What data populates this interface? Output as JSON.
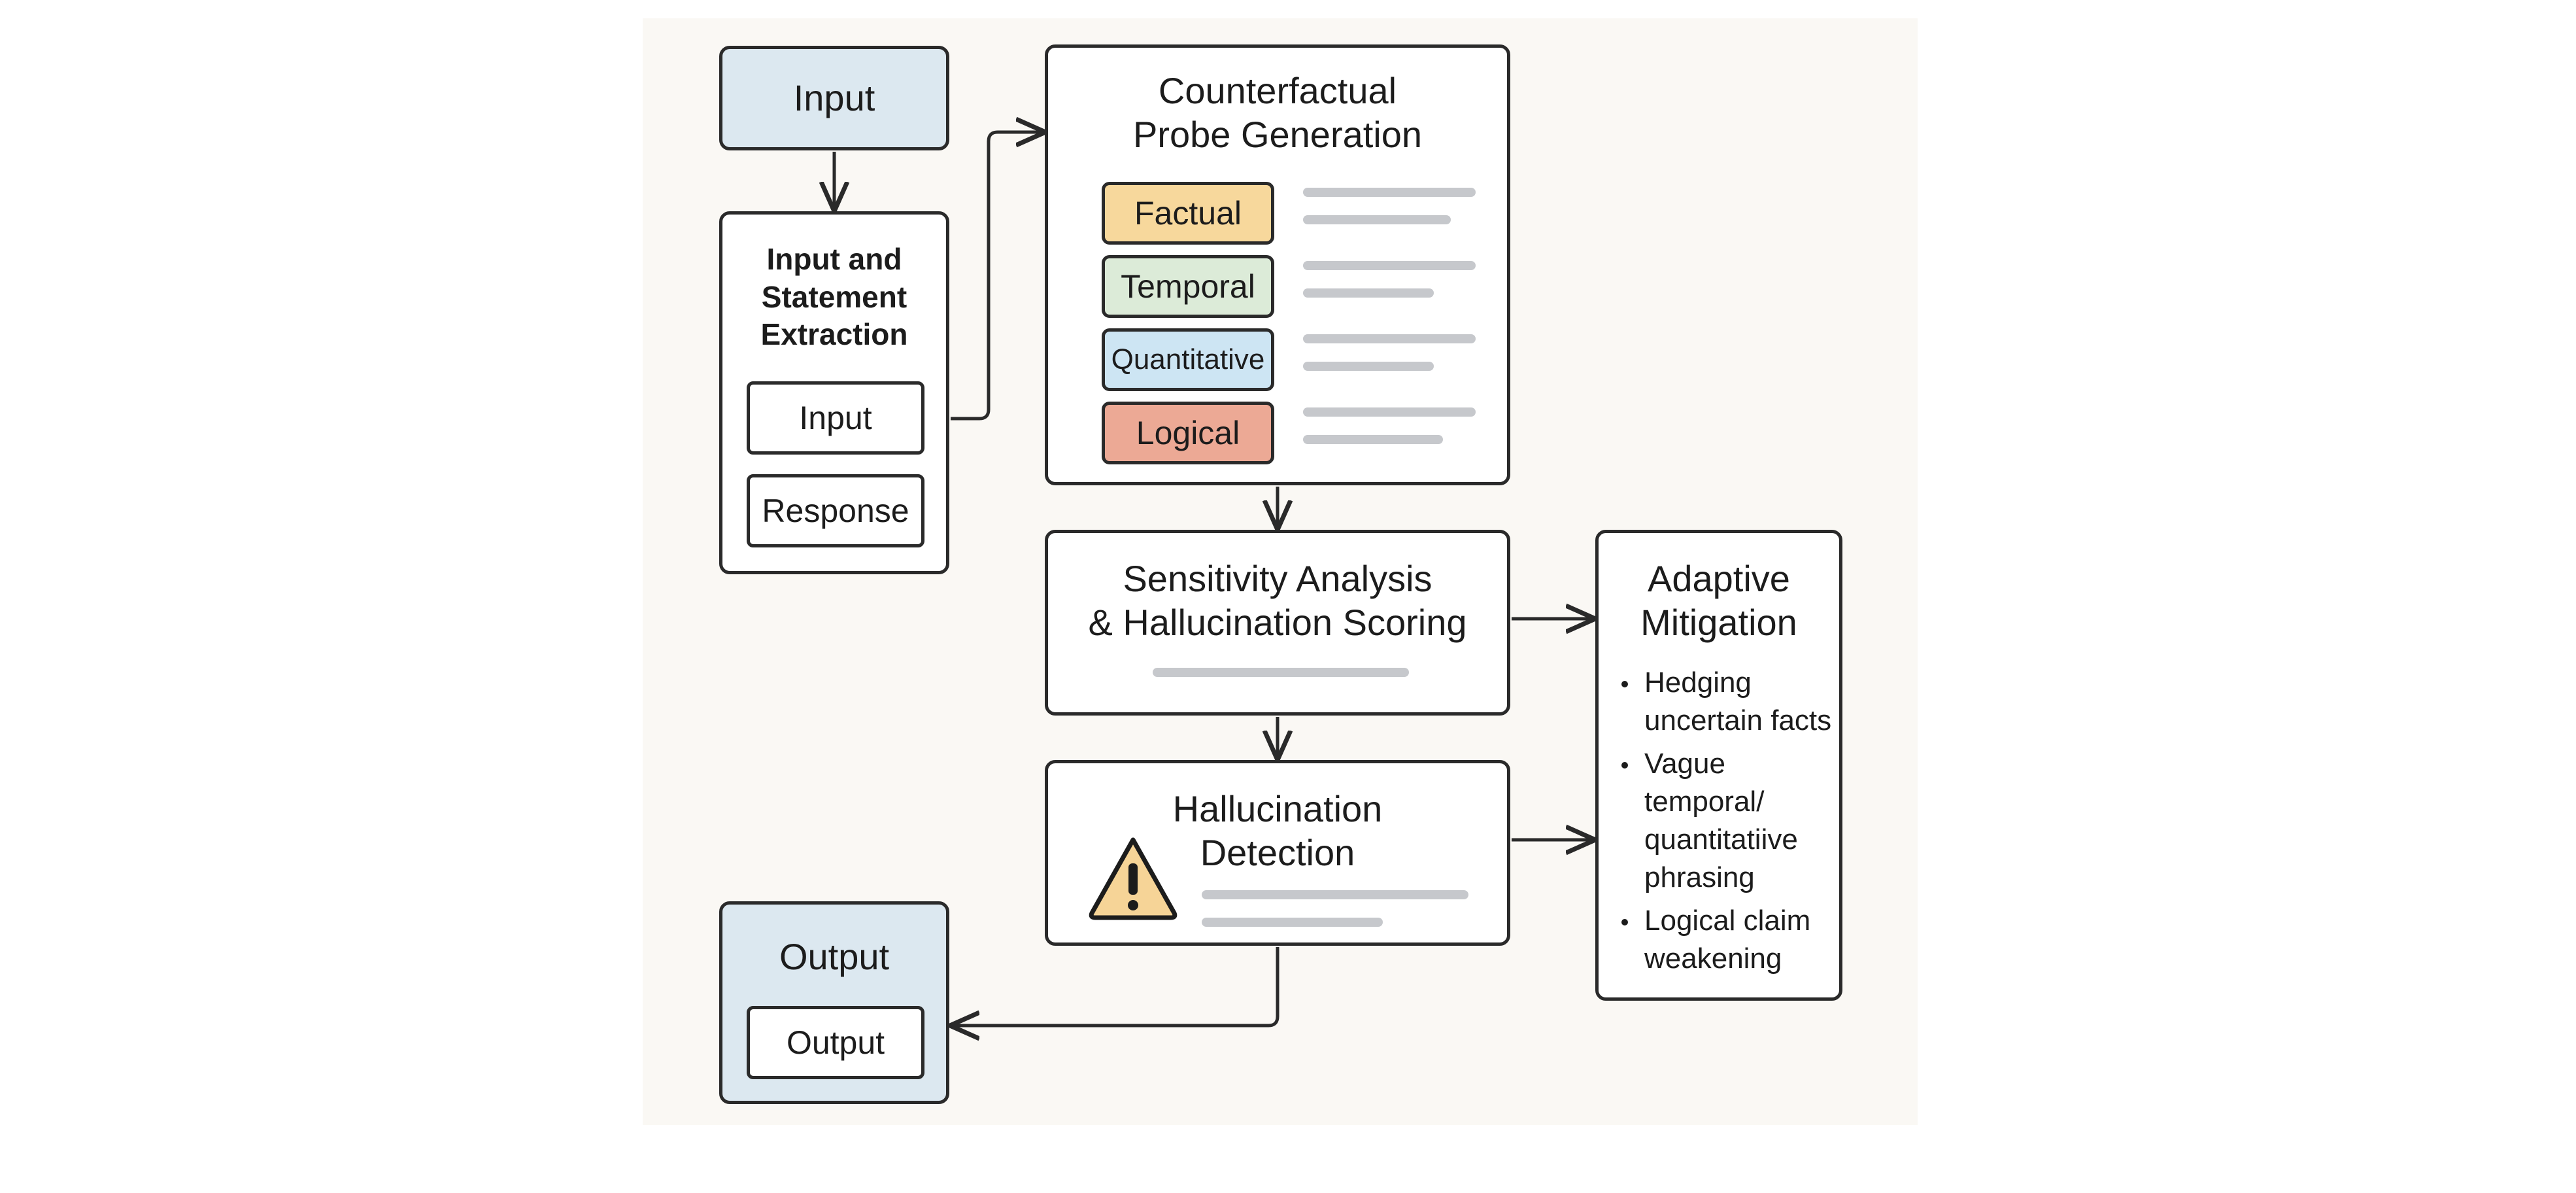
{
  "nodes": {
    "input_top": "Input",
    "extraction_title": "Input and\nStatement\nExtraction",
    "extraction_input": "Input",
    "extraction_response": "Response",
    "probe_title": "Counterfactual\nProbe Generation",
    "probe_types": [
      "Factual",
      "Temporal",
      "Quantitative",
      "Logical"
    ],
    "sensitivity_title": "Sensitivity Analysis\n& Hallucination Scoring",
    "detection_title": "Hallucination\nDetection",
    "output_title": "Output",
    "output_inner": "Output",
    "mitigation_title": "Adaptive\nMitigation",
    "mitigation_items": [
      "Hedging\nuncertain facts",
      "Vague\ntemporal/\nquantitatiive\nphrasing",
      "Logical claim\nweakening"
    ]
  },
  "colors": {
    "factual": "#f7d89c",
    "temporal": "#dcebd8",
    "quantitative": "#cde5f3",
    "logical": "#eca995",
    "io_box": "#dce8f0",
    "warning": "#f6d497"
  },
  "icons": {
    "warning": "warning-triangle-icon"
  }
}
